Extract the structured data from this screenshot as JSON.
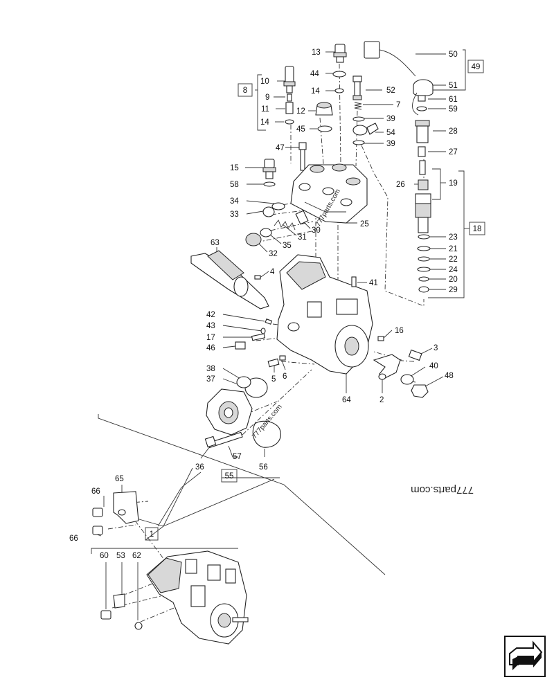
{
  "callouts": [
    {
      "id": "c13",
      "text": "13"
    },
    {
      "id": "c44",
      "text": "44"
    },
    {
      "id": "c14a",
      "text": "14"
    },
    {
      "id": "c10",
      "text": "10"
    },
    {
      "id": "c9",
      "text": "9"
    },
    {
      "id": "c11",
      "text": "11"
    },
    {
      "id": "c14b",
      "text": "14"
    },
    {
      "id": "c12",
      "text": "12"
    },
    {
      "id": "c45",
      "text": "45"
    },
    {
      "id": "c52",
      "text": "52"
    },
    {
      "id": "c7",
      "text": "7"
    },
    {
      "id": "c39a",
      "text": "39"
    },
    {
      "id": "c54",
      "text": "54"
    },
    {
      "id": "c39b",
      "text": "39"
    },
    {
      "id": "c50",
      "text": "50"
    },
    {
      "id": "c51",
      "text": "51"
    },
    {
      "id": "c61",
      "text": "61"
    },
    {
      "id": "c59",
      "text": "59"
    },
    {
      "id": "c28",
      "text": "28"
    },
    {
      "id": "c27",
      "text": "27"
    },
    {
      "id": "c26",
      "text": "26"
    },
    {
      "id": "c19",
      "text": "19"
    },
    {
      "id": "c23",
      "text": "23"
    },
    {
      "id": "c21",
      "text": "21"
    },
    {
      "id": "c22",
      "text": "22"
    },
    {
      "id": "c24",
      "text": "24"
    },
    {
      "id": "c20",
      "text": "20"
    },
    {
      "id": "c29",
      "text": "29"
    },
    {
      "id": "c47",
      "text": "47"
    },
    {
      "id": "c15",
      "text": "15"
    },
    {
      "id": "c58",
      "text": "58"
    },
    {
      "id": "c34",
      "text": "34"
    },
    {
      "id": "c33",
      "text": "33"
    },
    {
      "id": "c25",
      "text": "25"
    },
    {
      "id": "c30",
      "text": "30"
    },
    {
      "id": "c31",
      "text": "31"
    },
    {
      "id": "c35",
      "text": "35"
    },
    {
      "id": "c32",
      "text": "32"
    },
    {
      "id": "c63",
      "text": "63"
    },
    {
      "id": "c4",
      "text": "4"
    },
    {
      "id": "c41",
      "text": "41"
    },
    {
      "id": "c42",
      "text": "42"
    },
    {
      "id": "c43",
      "text": "43"
    },
    {
      "id": "c17",
      "text": "17"
    },
    {
      "id": "c46",
      "text": "46"
    },
    {
      "id": "c16",
      "text": "16"
    },
    {
      "id": "c3",
      "text": "3"
    },
    {
      "id": "c40",
      "text": "40"
    },
    {
      "id": "c48",
      "text": "48"
    },
    {
      "id": "c2",
      "text": "2"
    },
    {
      "id": "c64",
      "text": "64"
    },
    {
      "id": "c5",
      "text": "5"
    },
    {
      "id": "c6",
      "text": "6"
    },
    {
      "id": "c38",
      "text": "38"
    },
    {
      "id": "c37",
      "text": "37"
    },
    {
      "id": "c36",
      "text": "36"
    },
    {
      "id": "c57",
      "text": "57"
    },
    {
      "id": "c56",
      "text": "56"
    },
    {
      "id": "c65",
      "text": "65"
    },
    {
      "id": "c66a",
      "text": "66"
    },
    {
      "id": "c66b",
      "text": "66"
    },
    {
      "id": "c60",
      "text": "60"
    },
    {
      "id": "c53",
      "text": "53"
    },
    {
      "id": "c62",
      "text": "62"
    }
  ],
  "groups": {
    "g49": "49",
    "g8": "8",
    "g18": "18",
    "g55": "55",
    "g1": "1"
  },
  "watermarks": {
    "main": "777parts.com",
    "small1": "777parts.com",
    "small2": "777parts.com"
  },
  "icons": {
    "nav": "next-page-arrow-icon"
  }
}
